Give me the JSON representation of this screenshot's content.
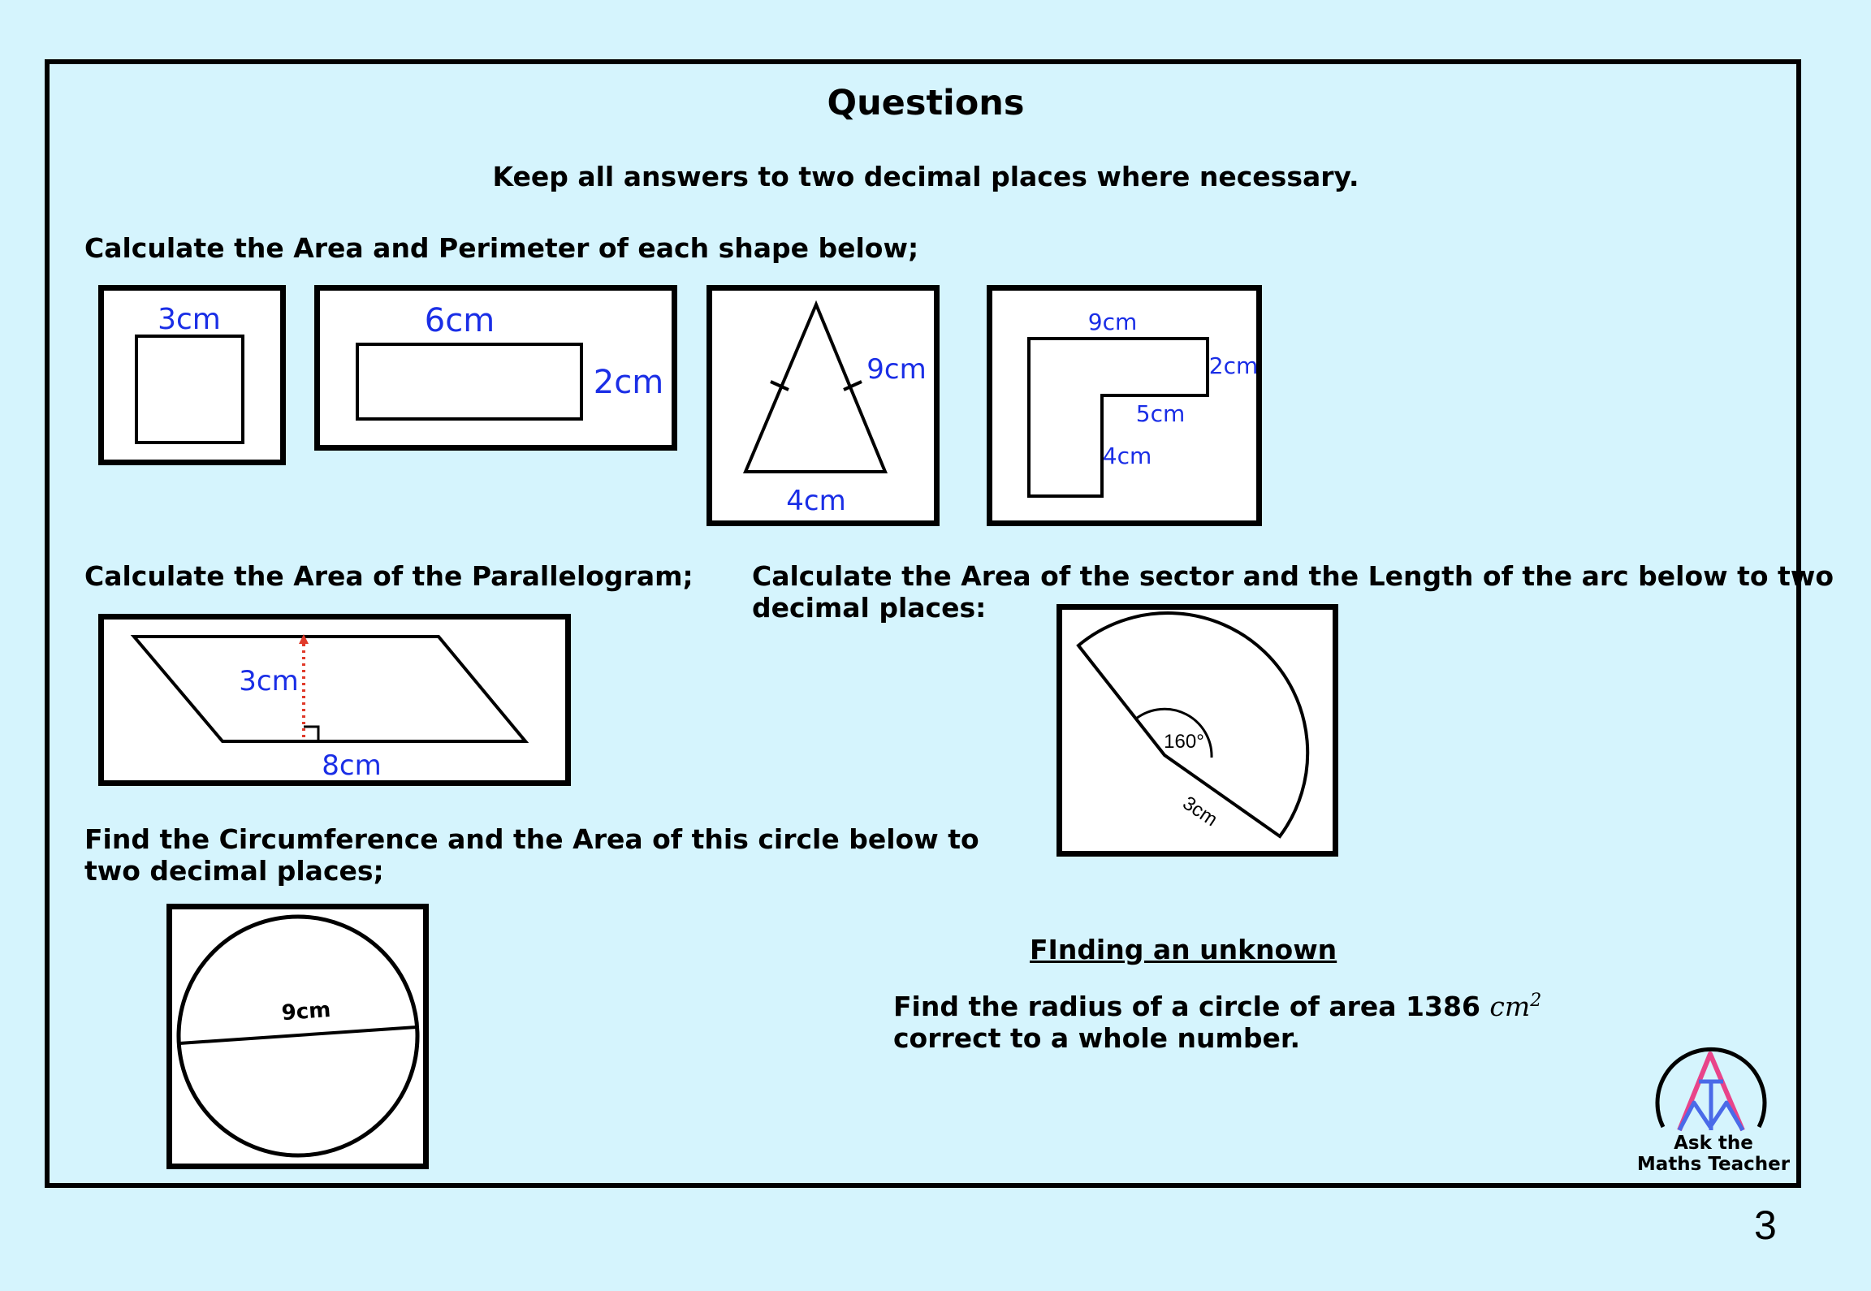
{
  "title": "Questions",
  "subtitle": "Keep all answers to two decimal places where necessary.",
  "q1": {
    "text": "Calculate the Area and Perimeter of each shape below;",
    "square": {
      "side": "3cm"
    },
    "rectangle": {
      "length": "6cm",
      "width": "2cm"
    },
    "triangle": {
      "side": "9cm",
      "base": "4cm"
    },
    "lshape": {
      "top": "9cm",
      "right": "2cm",
      "inner": "5cm",
      "lower": "4cm"
    }
  },
  "q2": {
    "text": "Calculate the Area of the Parallelogram;",
    "height": "3cm",
    "base": "8cm"
  },
  "q3": {
    "line1": "Calculate the Area of the sector and the Length of the arc below to two",
    "line2": "decimal places:",
    "angle": "160°",
    "radius": "3cm"
  },
  "q4": {
    "line1": "Find the Circumference and the Area of this circle below to",
    "line2": "two decimal places;",
    "diameter": "9cm"
  },
  "unknown": {
    "heading": "FInding an unknown ",
    "text_before": "Find the radius of a circle of area 1386 ",
    "unit": "cm",
    "unit_power": "2",
    "text_after": " correct to a whole number."
  },
  "logo": {
    "line1": "Ask the",
    "line2": "Maths Teacher"
  },
  "page_number": "3",
  "colors": {
    "background": "#d5f4fd",
    "label_blue": "#1a2ee6",
    "dotted_red": "#e03a2a",
    "logo_pink": "#e8448a",
    "logo_blue": "#4a6ae8"
  }
}
